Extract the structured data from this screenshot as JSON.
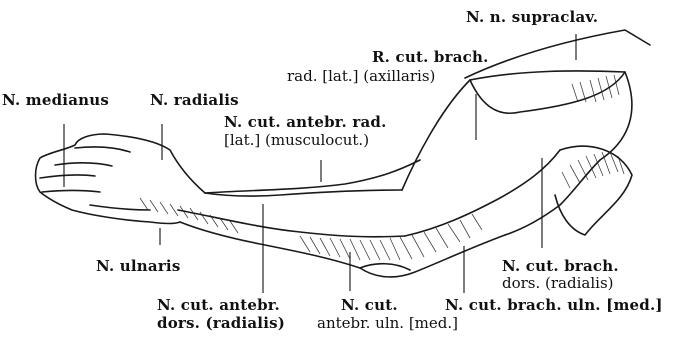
{
  "labels": {
    "medianus": "N. medianus",
    "radialis": "N. radialis",
    "supraclav": "N. n. supraclav.",
    "cut_brach_rad_1": "R. cut. brach.",
    "cut_brach_rad_2": "rad. [lat.] (axillaris)",
    "antebr_rad_1": "N. cut. antebr. rad.",
    "antebr_rad_2": "[lat.] (musculocut.)",
    "ulnaris": "N. ulnaris",
    "antebr_dors_1": "N. cut. antebr.",
    "antebr_dors_2": "dors. (radialis)",
    "antebr_uln_1": "N. cut.",
    "antebr_uln_2": "antebr. uln. [med.]",
    "brach_uln": "N. cut. brach. uln. [med.]",
    "brach_dors_1": "N. cut. brach.",
    "brach_dors_2": "dors. (radialis)"
  },
  "colors": {
    "ink": "#111111",
    "background": "#ffffff"
  }
}
